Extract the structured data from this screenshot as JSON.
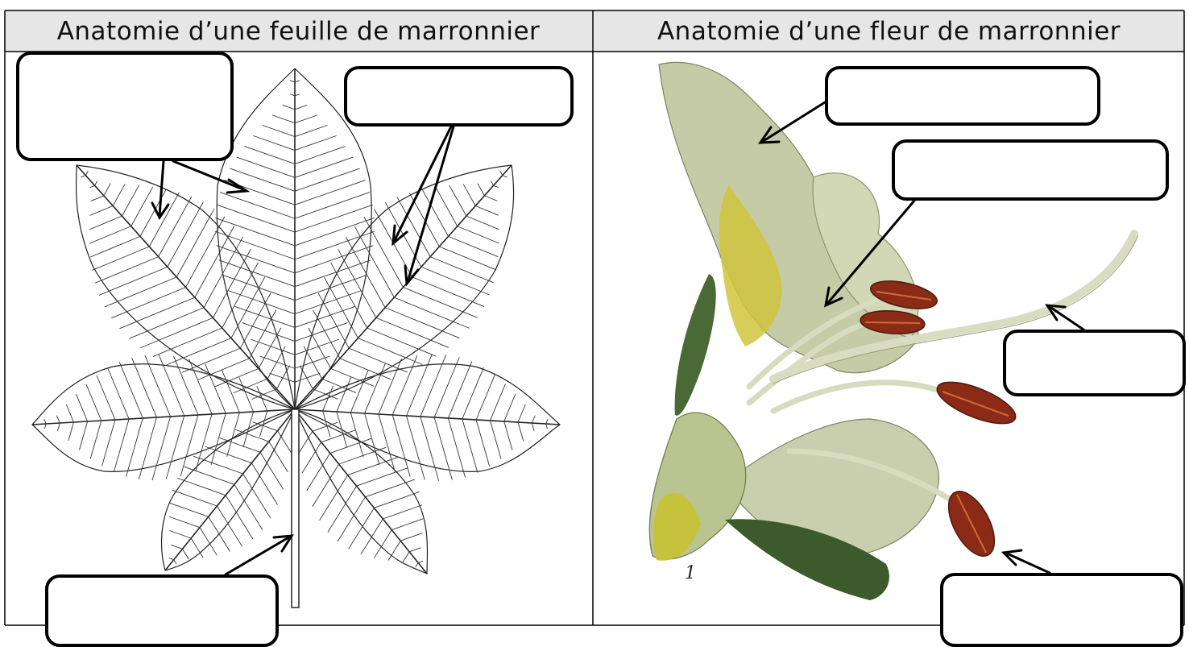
{
  "header": {
    "left_title": "Anatomie d’une feuille de marronnier",
    "right_title": "Anatomie d’une fleur de marronnier"
  },
  "colors": {
    "header_bg": "#e7e6e6",
    "border": "#000000",
    "flower_petal": "#c9cfae",
    "flower_yellow": "#c8c23a",
    "flower_dark_green": "#3d5a2c",
    "anther": "#8b2a17",
    "filament": "#dcdcc0"
  },
  "labels": {
    "leaf_left": "",
    "leaf_right": "",
    "leaf_bottom": "",
    "flower_top": "",
    "flower_mid": "",
    "flower_right": "",
    "flower_bottom": ""
  },
  "figure_number": "1"
}
